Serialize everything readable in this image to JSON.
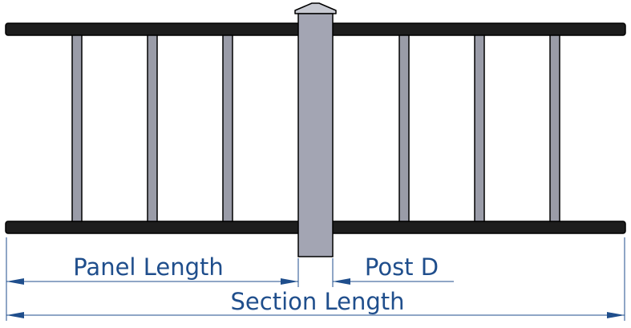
{
  "labels": {
    "panel_length": "Panel Length",
    "post_d": "Post D",
    "section_length": "Section Length"
  },
  "colors": {
    "rail": "#1d1d1d",
    "picket": "#9a9ca8",
    "post": "#a3a5b3",
    "post_cap": "#c8cad2",
    "outline": "#000000",
    "dimension": "#1f4e8c"
  }
}
